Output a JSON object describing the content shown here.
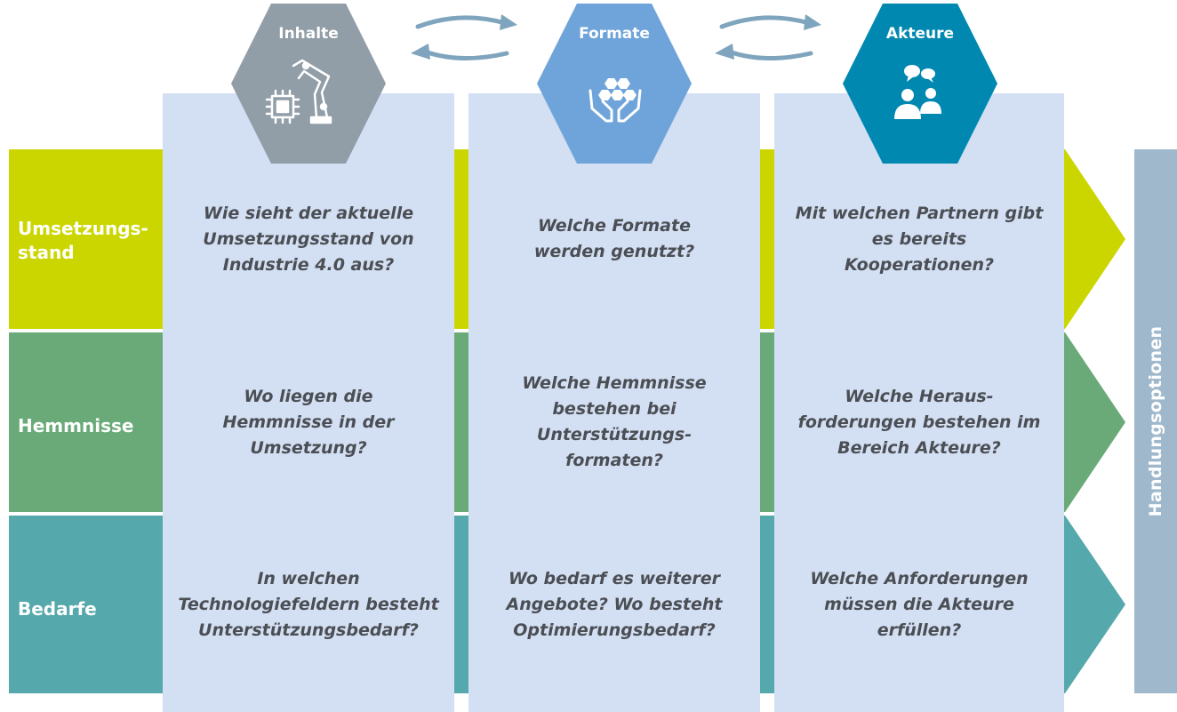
{
  "columns": [
    {
      "title": "Inhalte",
      "color": "#919da7",
      "icon": "robot-arm-chip-icon"
    },
    {
      "title": "Formate",
      "color": "#6fa4da",
      "icon": "hands-hexagons-icon"
    },
    {
      "title": "Akteure",
      "color": "#0188b0",
      "icon": "people-chat-icon"
    }
  ],
  "rows": [
    {
      "label": "Umsetzungs-\nstand",
      "color": "#cbd600"
    },
    {
      "label": "Hemmnisse",
      "color": "#69aa78"
    },
    {
      "label": "Bedarfe",
      "color": "#55a8ab"
    }
  ],
  "cells": [
    [
      "Wie sieht der aktuelle\nUmsetzungsstand von\nIndustrie 4.0 aus?",
      "Welche Formate\nwerden genutzt?",
      "Mit welchen Partnern gibt\nes bereits\nKooperationen?"
    ],
    [
      "Wo liegen die\nHemmnisse in der\nUmsetzung?",
      "Welche Hemmnisse\nbestehen bei\nUnterstützungs-\nformaten?",
      "Welche Heraus-\nforderungen bestehen im\nBereich Akteure?"
    ],
    [
      "In welchen\nTechnologiefeldern besteht\nUnterstützungsbedarf?",
      "Wo bedarf es weiterer\nAngebote? Wo besteht\nOptimierungsbedarf?",
      "Welche Anforderungen\nmüssen die Akteure\nerfüllen?"
    ]
  ],
  "side_label": "Handlungsoptionen",
  "colors": {
    "column_bg": "#d3dff2",
    "side_bar": "#9fb8cc",
    "cycle_arrow": "#7fa4bd",
    "question_text": "#4b4f55"
  }
}
